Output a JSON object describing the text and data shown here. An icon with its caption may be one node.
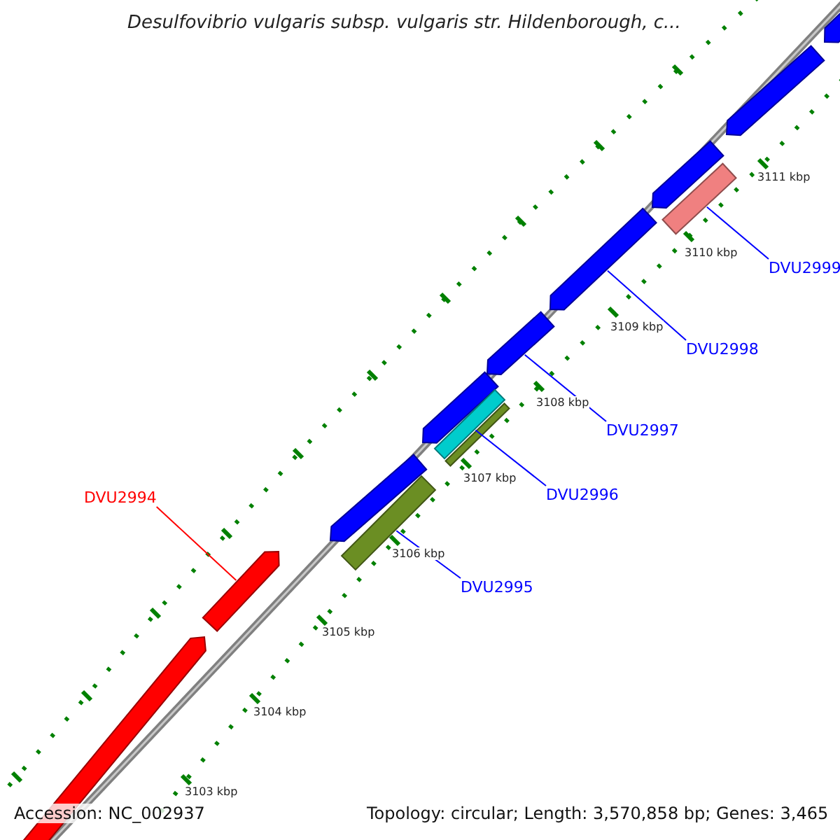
{
  "diagram": {
    "title": "Desulfovibrio vulgaris subsp. vulgaris str. Hildenborough, c...",
    "nodes": [
      {
        "text": [
          "DVU2994"
        ]
      },
      {
        "text": [
          "DVU2995"
        ]
      },
      {
        "text": [
          "DVU2996"
        ]
      },
      {
        "text": [
          "DVU2997"
        ]
      },
      {
        "text": [
          "DVU2998"
        ]
      },
      {
        "text": [
          "DVU2999"
        ]
      },
      {
        "text": [],
        "shape": "arrow"
      },
      {
        "text": [],
        "shape": "arrow"
      },
      {
        "text": [],
        "shape": "arrow"
      },
      {
        "text": [],
        "shape": "bar"
      },
      {
        "text": [],
        "shape": "arrow"
      },
      {
        "text": [],
        "shape": "bar"
      },
      {
        "text": [],
        "shape": "bar"
      },
      {
        "text": [],
        "shape": "arrow"
      },
      {
        "text": [],
        "shape": "arrow"
      },
      {
        "text": [],
        "shape": "bar"
      },
      {
        "text": [],
        "shape": "arrow"
      },
      {
        "text": [],
        "shape": "arrow"
      },
      {
        "text": [],
        "shape": "arrow"
      }
    ],
    "edges": [
      {
        "from": 0,
        "to": 7,
        "arrow": "none",
        "color": "#ff0000"
      },
      {
        "from": 1,
        "to": 9,
        "arrow": "none"
      },
      {
        "from": 2,
        "to": 11,
        "arrow": "none"
      },
      {
        "from": 3,
        "to": 13,
        "arrow": "none"
      },
      {
        "from": 4,
        "to": 14,
        "arrow": "none"
      },
      {
        "from": 5,
        "to": 15,
        "arrow": "none"
      }
    ],
    "labels": [
      "3111 kbp",
      "3110 kbp",
      "3109 kbp",
      "3108 kbp",
      "3107 kbp",
      "3106 kbp",
      "3105 kbp",
      "3104 kbp",
      "3103 kbp",
      "Accession: NC_002937",
      "Topology: circular; Length: 3,570,858 bp; Genes: 3,465"
    ]
  }
}
